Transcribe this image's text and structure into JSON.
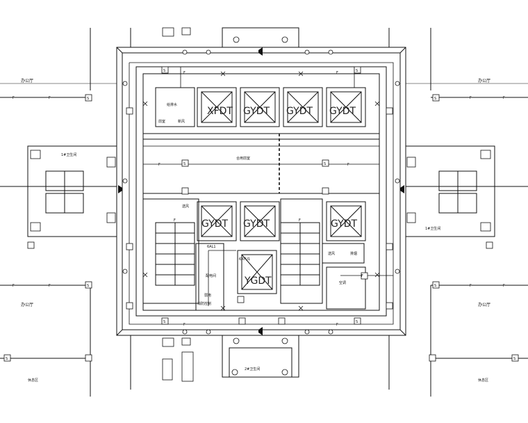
{
  "elevators": {
    "e1": "XFDT",
    "e2": "GYDT",
    "e3": "GYDT",
    "e4": "GYDT",
    "e5": "GYDT",
    "e6": "GYDT",
    "e7": "GYDT",
    "e8": "YGDT"
  },
  "labels": {
    "office_tl": "办公厅",
    "office_tr": "办公厅",
    "office_bl": "办公厅",
    "office_br": "办公厅",
    "toilet_w": "1#卫生间",
    "toilet_e": "1#卫生间",
    "toilet_s": "2#卫生间",
    "lobby": "合用前室",
    "water_room": "给排水",
    "room_a": "前室",
    "room_b": "新风",
    "room_c": "送风",
    "room_d": "送风",
    "room_e": "排烟",
    "room_f": "空调",
    "room_g": "配电间",
    "room_h": "弱电",
    "room_i": "消防控制",
    "corr_bl": "休息区",
    "corr_br": "休息区",
    "tag_6al": "6AL1",
    "tag_6atu": "6ATU1",
    "tag_f": "F",
    "tag_s": "S"
  }
}
